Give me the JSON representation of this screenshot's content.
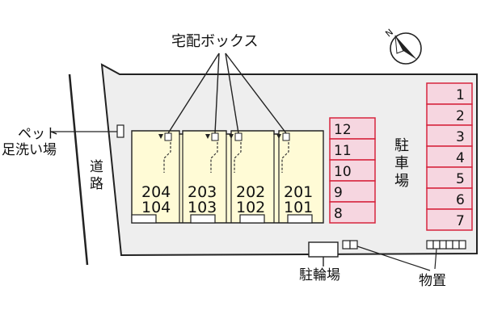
{
  "labels": {
    "delivery_box": "宅配ボックス",
    "pet_wash_line1": "ペット",
    "pet_wash_line2": "足洗い場",
    "road_line1": "道",
    "road_line2": "路",
    "parking_line1": "駐",
    "parking_line2": "車",
    "parking_line3": "場",
    "bicycle_parking": "駐輪場",
    "storage": "物置"
  },
  "units": [
    {
      "upper": "204",
      "lower": "104"
    },
    {
      "upper": "203",
      "lower": "103"
    },
    {
      "upper": "202",
      "lower": "102"
    },
    {
      "upper": "201",
      "lower": "101"
    }
  ],
  "parking_left": [
    "12",
    "11",
    "10",
    "9",
    "8"
  ],
  "parking_right": [
    "1",
    "2",
    "3",
    "4",
    "5",
    "6",
    "7"
  ],
  "colors": {
    "lot": "#eeeeee",
    "building": "#fffbd6",
    "parking_fill": "#f6d6e0",
    "parking_stroke": "#d6253d",
    "outline": "#222222"
  },
  "compass": {
    "label": "N",
    "icon": "compass-arrow-icon"
  }
}
